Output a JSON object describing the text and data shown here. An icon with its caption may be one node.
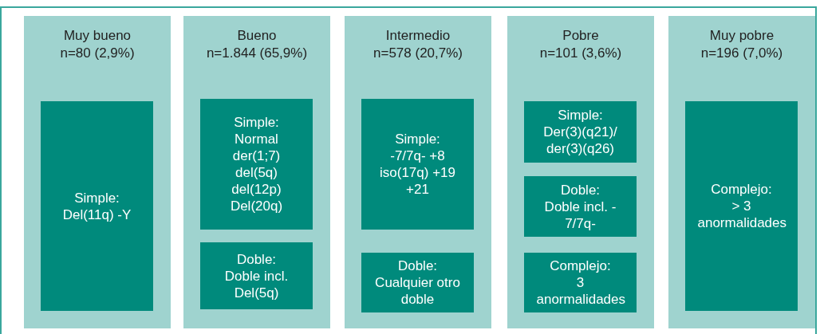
{
  "diagram": {
    "nodes": [
      {
        "text": [
          "Muy bueno",
          "n=80 (2,9%)"
        ]
      },
      {
        "text": [
          "Simple:",
          "Del(11q) -Y"
        ],
        "in": 0
      },
      {
        "text": [
          "Bueno",
          "n=1.844 (65,9%)"
        ]
      },
      {
        "text": [
          "Simple:",
          "Normal der(1;7) del(5q) del(12p) Del(20q)"
        ],
        "in": 2
      },
      {
        "text": [
          "Doble:",
          "Doble incl. Del(5q)"
        ],
        "in": 2
      },
      {
        "text": [
          "Intermedio",
          "n=578 (20,7%)"
        ]
      },
      {
        "text": [
          "Simple:",
          "-7/7q- +8 iso(17q) +19 +21"
        ],
        "in": 5
      },
      {
        "text": [
          "Doble:",
          "Cualquier otro doble"
        ],
        "in": 5
      },
      {
        "text": [
          "Pobre",
          "n=101 (3,6%)"
        ]
      },
      {
        "text": [
          "Simple:",
          "Der(3)(q21)/ der(3)(q26)"
        ],
        "in": 8
      },
      {
        "text": [
          "Doble:",
          "Doble incl. - 7/7q-"
        ],
        "in": 8
      },
      {
        "text": [
          "Complejo:",
          "3 anormalidades"
        ],
        "in": 8
      },
      {
        "text": [
          "Muy pobre",
          "n=196 (7,0%)"
        ]
      },
      {
        "text": [
          "Complejo:",
          "> 3 anormalidades"
        ],
        "in": 12
      }
    ]
  }
}
